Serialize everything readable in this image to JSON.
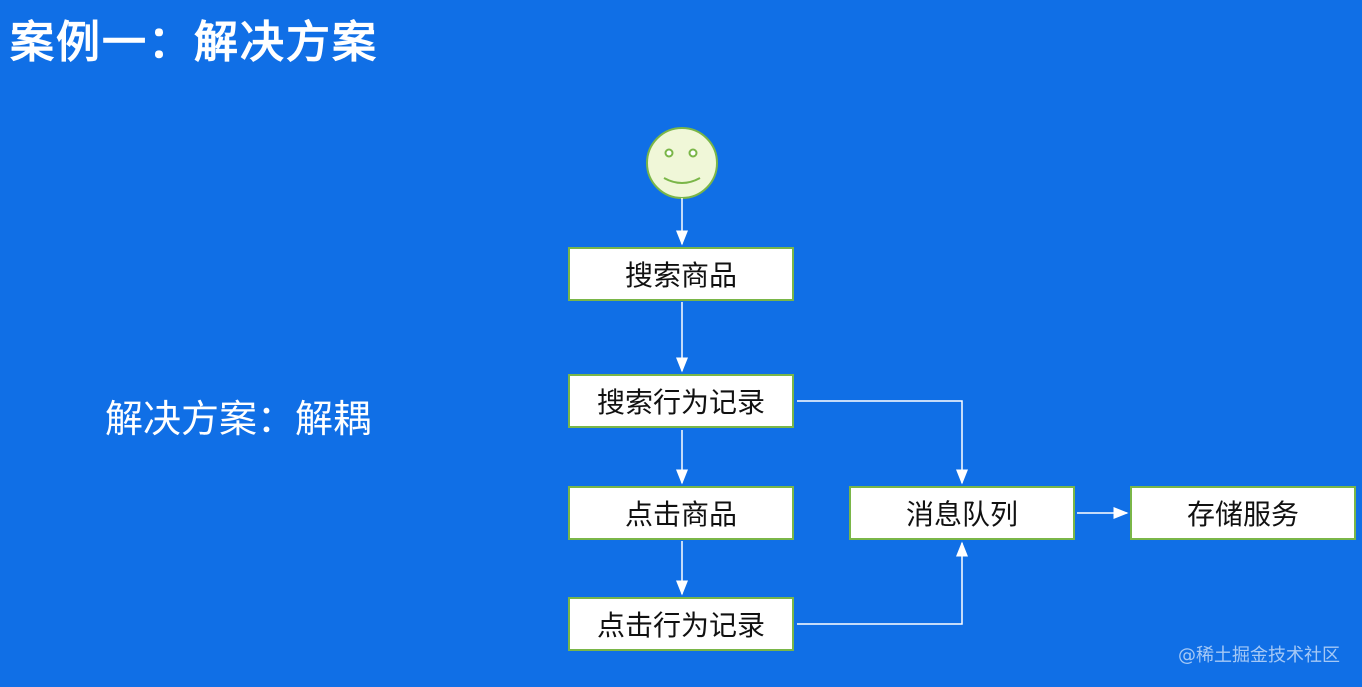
{
  "slide": {
    "title": "案例一：解决方案",
    "solution_text": "解决方案：解耦"
  },
  "diagram": {
    "nodes": {
      "search_product": "搜索商品",
      "search_behavior_log": "搜索行为记录",
      "click_product": "点击商品",
      "click_behavior_log": "点击行为记录",
      "message_queue": "消息队列",
      "storage_service": "存储服务"
    },
    "actor_icon": "smiley-face-icon"
  },
  "watermark": "@稀土掘金技术社区",
  "colors": {
    "background": "#106fe6",
    "node_border": "#7ab648",
    "node_fill": "#ffffff",
    "text_light": "#ffffff"
  }
}
